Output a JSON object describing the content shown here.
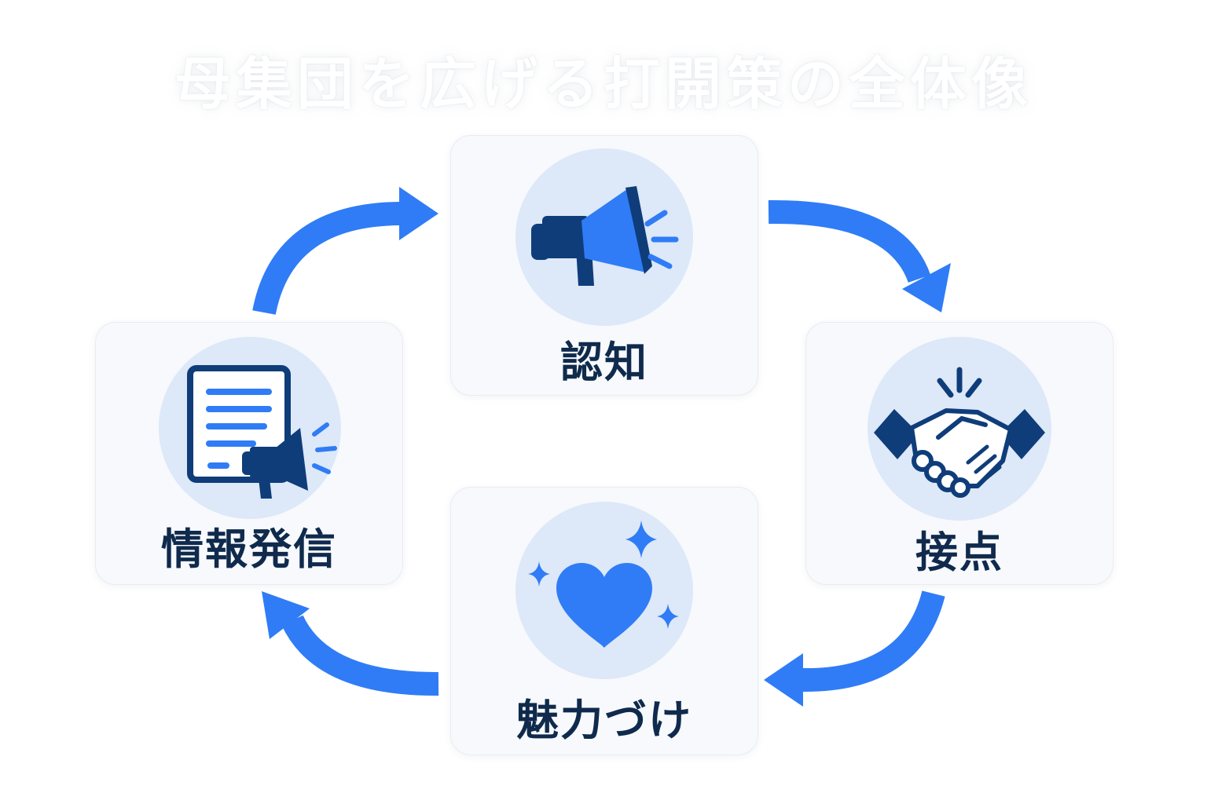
{
  "title": "母集団を広げる打開策の全体像",
  "colors": {
    "accent": "#2f7cf6",
    "dark": "#0f3d7a",
    "label": "#0f2a4c",
    "circle": "#dde8f8",
    "card": "#f7f9fc"
  },
  "steps": [
    {
      "label": "認知",
      "icon": "megaphone-icon"
    },
    {
      "label": "接点",
      "icon": "handshake-icon"
    },
    {
      "label": "魅力づけ",
      "icon": "heart-sparkle-icon"
    },
    {
      "label": "情報発信",
      "icon": "document-megaphone-icon"
    }
  ]
}
